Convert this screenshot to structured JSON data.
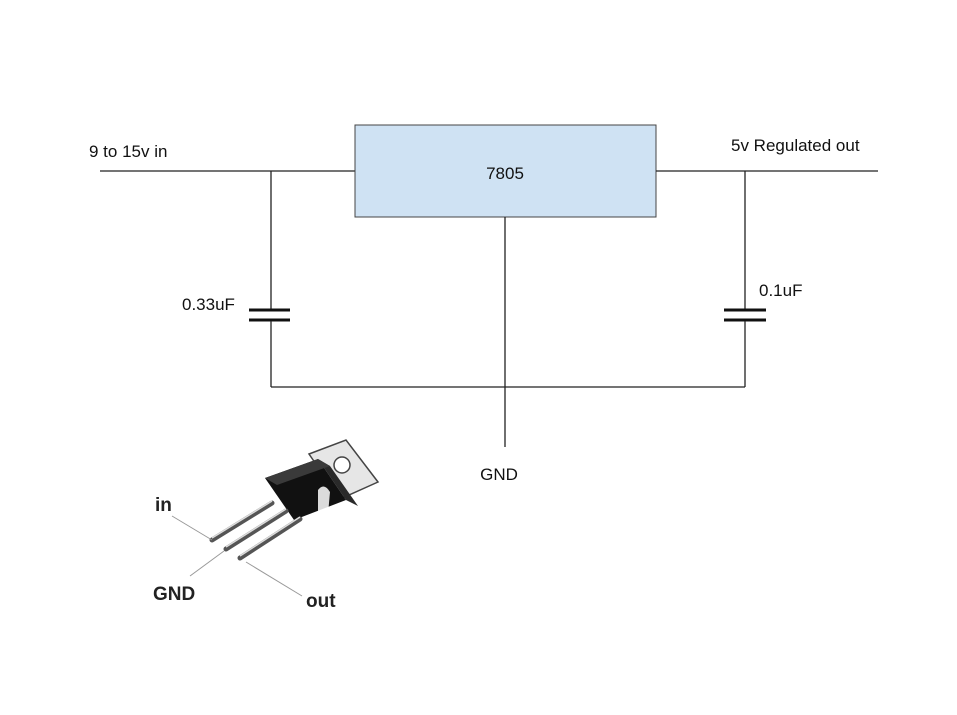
{
  "schematic": {
    "input_label": "9 to 15v in",
    "output_label": "5v Regulated out",
    "regulator_label": "7805",
    "input_cap_label": "0.33uF",
    "output_cap_label": "0.1uF",
    "ground_label": "GND"
  },
  "pinout": {
    "in_label": "in",
    "gnd_label": "GND",
    "out_label": "out"
  },
  "colors": {
    "regulator_fill": "#cfe2f3",
    "regulator_stroke": "#444444"
  }
}
